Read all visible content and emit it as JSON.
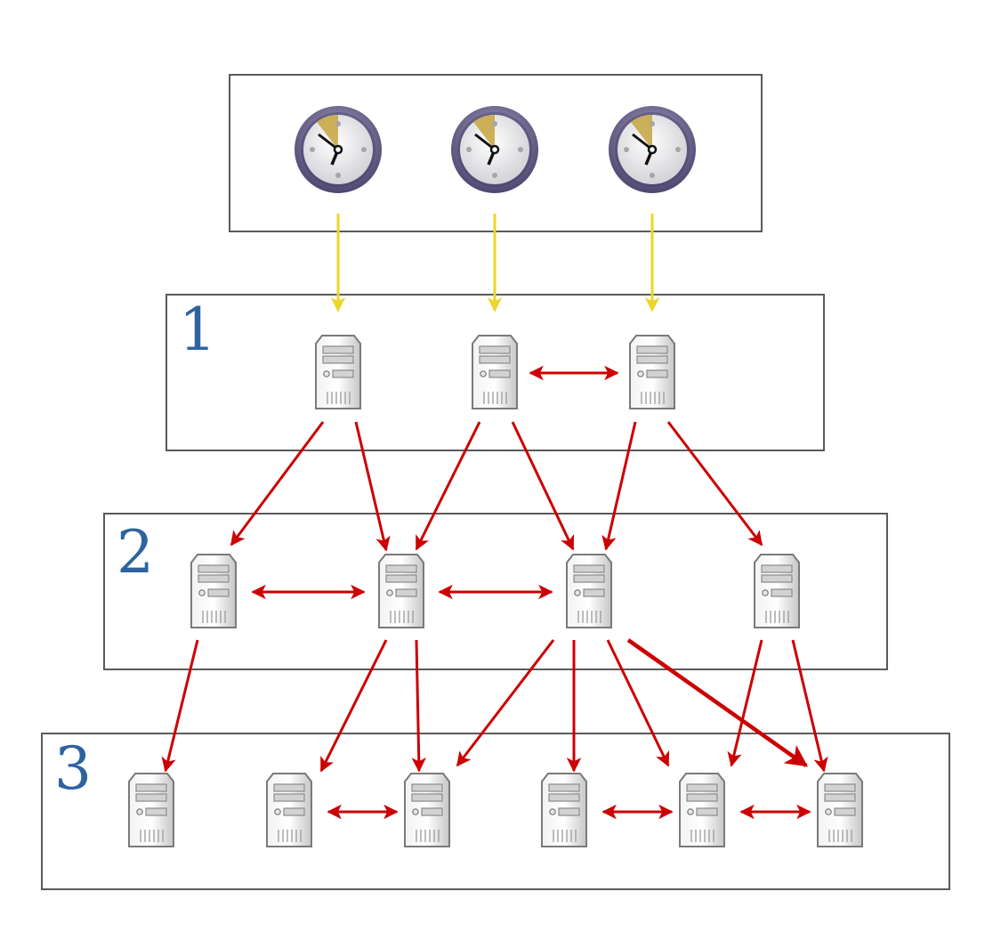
{
  "diagram": {
    "reference_clocks": {
      "count": 3,
      "icon": "clock-icon"
    },
    "strata": [
      {
        "label": "1",
        "servers": 3,
        "icon": "server-icon"
      },
      {
        "label": "2",
        "servers": 4,
        "icon": "server-icon"
      },
      {
        "label": "3",
        "servers": 6,
        "icon": "server-icon"
      }
    ],
    "colors": {
      "clock_link": "#ecd62a",
      "server_link": "#cc0000",
      "stratum_label": "#2e63a0",
      "box_border": "#5a5a5a"
    }
  }
}
